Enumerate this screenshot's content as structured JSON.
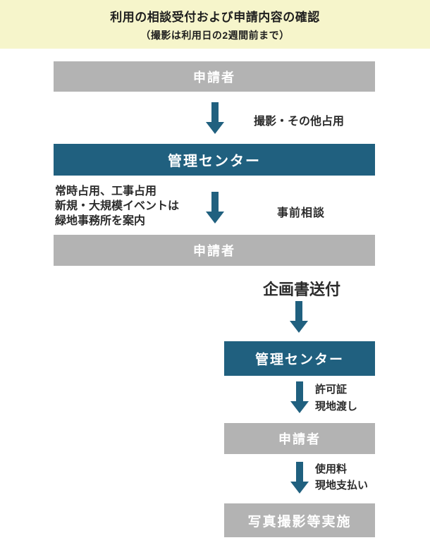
{
  "colors": {
    "header_bg": "#f6f5cb",
    "node_gray": "#b3b3b3",
    "node_teal": "#20607f",
    "arrow": "#20607f",
    "text_dark": "#2b2b2b",
    "node_text": "#ffffff",
    "page_bg": "#ffffff"
  },
  "header": {
    "title": "利用の相談受付および申請内容の確認",
    "subtitle": "（撮影は利用日の2週間前まで）"
  },
  "flow": {
    "nodes": [
      {
        "id": "applicant-1",
        "label": "申請者",
        "type": "gray"
      },
      {
        "id": "management-center-1",
        "label": "管理センター",
        "type": "teal"
      },
      {
        "id": "applicant-2",
        "label": "申請者",
        "type": "gray"
      },
      {
        "id": "management-center-2",
        "label": "管理センター",
        "type": "teal"
      },
      {
        "id": "applicant-3",
        "label": "申請者",
        "type": "gray"
      },
      {
        "id": "photo-shoot-execution",
        "label": "写真撮影等実施",
        "type": "gray"
      }
    ],
    "edge_labels": {
      "shooting_other_occupancy": "撮影・その他占用",
      "prior_consultation": "事前相談",
      "send_proposal": "企画書送付",
      "permit_onsite_handover": "許可証\n現地渡し",
      "fee_onsite_payment": "使用料\n現地支払い"
    },
    "side_note": "常時占用、工事占用\n新規・大規模イベントは\n緑地事務所を案内"
  }
}
